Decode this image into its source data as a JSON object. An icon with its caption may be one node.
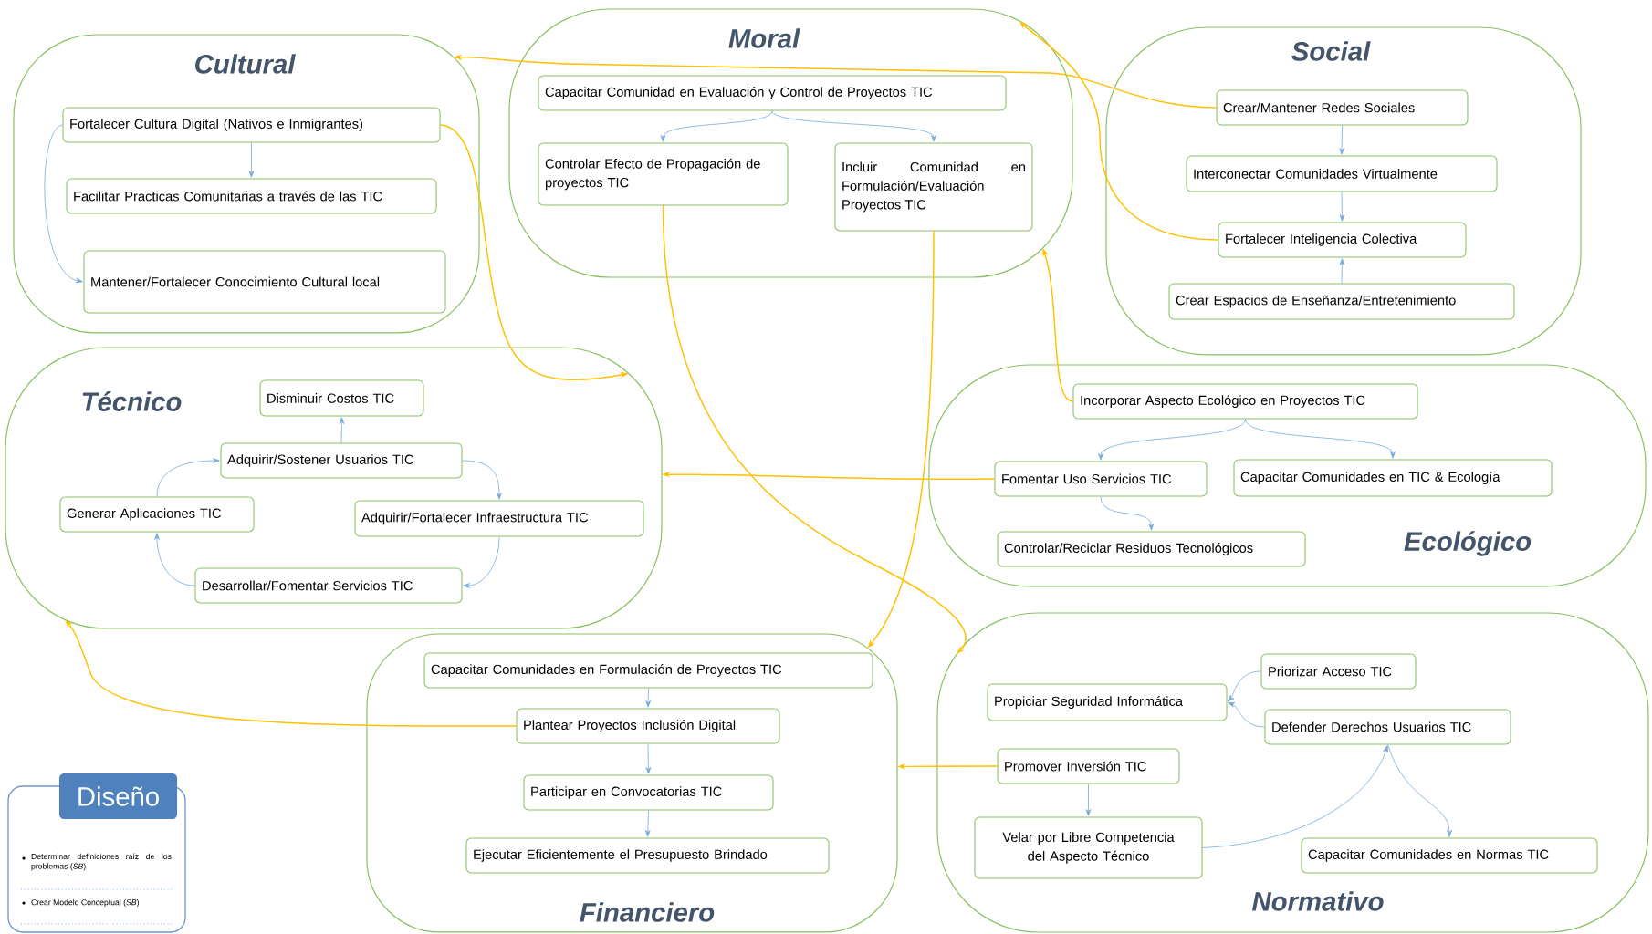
{
  "diagram": {
    "nodes": [
      {
        "text": [
          "Cultural"
        ]
      },
      {
        "text": [
          "Fortalecer Cultura Digital (Nativos e Inmigrantes)"
        ],
        "in": 0
      },
      {
        "text": [
          "Facilitar Practicas Comunitarias a través de las TIC"
        ],
        "in": 0
      },
      {
        "text": [
          "Mantener/Fortalecer Conocimiento Cultural local"
        ],
        "in": 0
      },
      {
        "text": [
          "Moral"
        ]
      },
      {
        "text": [
          "Capacitar Comunidad en Evaluación y Control de Proyectos TIC"
        ],
        "in": 4
      },
      {
        "text": [
          "Controlar Efecto de Propagación de proyectos TIC"
        ],
        "in": 4
      },
      {
        "text": [
          "Incluir Comunidad en Formulación/Evaluación Proyectos TIC"
        ],
        "in": 4
      },
      {
        "text": [
          "Social"
        ]
      },
      {
        "text": [
          "Crear/Mantener Redes Sociales"
        ],
        "in": 8
      },
      {
        "text": [
          "Interconectar Comunidades Virtualmente"
        ],
        "in": 8
      },
      {
        "text": [
          "Fortalecer Inteligencia Colectiva"
        ],
        "in": 8
      },
      {
        "text": [
          "Crear Espacios de Enseñanza/Entretenimiento"
        ],
        "in": 8
      },
      {
        "text": [
          "Técnico"
        ]
      },
      {
        "text": [
          "Disminuir Costos TIC"
        ],
        "in": 13
      },
      {
        "text": [
          "Adquirir/Sostener Usuarios TIC"
        ],
        "in": 13
      },
      {
        "text": [
          "Generar Aplicaciones TIC"
        ],
        "in": 13
      },
      {
        "text": [
          "Adquirir/Fortalecer Infraestructura TIC"
        ],
        "in": 13
      },
      {
        "text": [
          "Desarrollar/Fomentar Servicios TIC"
        ],
        "in": 13
      },
      {
        "text": [
          "Ecológico"
        ]
      },
      {
        "text": [
          "Incorporar Aspecto Ecológico en Proyectos TIC"
        ],
        "in": 19
      },
      {
        "text": [
          "Fomentar Uso Servicios TIC"
        ],
        "in": 19
      },
      {
        "text": [
          "Capacitar Comunidades en TIC & Ecología"
        ],
        "in": 19
      },
      {
        "text": [
          "Controlar/Reciclar Residuos Tecnológicos"
        ],
        "in": 19
      },
      {
        "text": [
          "Financiero"
        ]
      },
      {
        "text": [
          "Capacitar Comunidades en Formulación de Proyectos TIC"
        ],
        "in": 24
      },
      {
        "text": [
          "Plantear Proyectos Inclusión Digital"
        ],
        "in": 24
      },
      {
        "text": [
          "Participar en Convocatorias TIC"
        ],
        "in": 24
      },
      {
        "text": [
          "Ejecutar Eficientemente el Presupuesto Brindado"
        ],
        "in": 24
      },
      {
        "text": [
          "Normativo"
        ]
      },
      {
        "text": [
          "Priorizar Acceso TIC"
        ],
        "in": 29
      },
      {
        "text": [
          "Propiciar Seguridad Informática"
        ],
        "in": 29
      },
      {
        "text": [
          "Defender Derechos Usuarios TIC"
        ],
        "in": 29
      },
      {
        "text": [
          "Promover Inversión TIC"
        ],
        "in": 29
      },
      {
        "text": [
          "Velar por Libre Competencia del Aspecto Técnico"
        ],
        "in": 29
      },
      {
        "text": [
          "Capacitar Comunidades en Normas TIC"
        ],
        "in": 29
      },
      {
        "text": [
          "Diseño",
          "Determinar definiciones raíz de los problemas (*SB*)",
          "Crear Modelo Conceptual (*SB*)"
        ]
      }
    ],
    "edges": [
      {
        "from": 1,
        "to": 2,
        "arrow": "to"
      },
      {
        "from": 1,
        "to": 3,
        "arrow": "to"
      },
      {
        "from": 5,
        "to": 6,
        "arrow": "to"
      },
      {
        "from": 5,
        "to": 7,
        "arrow": "to"
      },
      {
        "from": 9,
        "to": 10,
        "arrow": "to"
      },
      {
        "from": 10,
        "to": 11,
        "arrow": "to"
      },
      {
        "from": 12,
        "to": 11,
        "arrow": "to"
      },
      {
        "from": 15,
        "to": 14,
        "arrow": "to"
      },
      {
        "from": 15,
        "to": 17,
        "arrow": "to"
      },
      {
        "from": 17,
        "to": 18,
        "arrow": "to"
      },
      {
        "from": 18,
        "to": 16,
        "arrow": "to"
      },
      {
        "from": 16,
        "to": 15,
        "arrow": "to"
      },
      {
        "from": 20,
        "to": 21,
        "arrow": "to"
      },
      {
        "from": 20,
        "to": 22,
        "arrow": "to"
      },
      {
        "from": 21,
        "to": 23,
        "arrow": "to"
      },
      {
        "from": 25,
        "to": 26,
        "arrow": "to"
      },
      {
        "from": 26,
        "to": 27,
        "arrow": "to"
      },
      {
        "from": 27,
        "to": 28,
        "arrow": "to"
      },
      {
        "from": 30,
        "to": 31,
        "arrow": "to"
      },
      {
        "from": 32,
        "to": 31,
        "arrow": "to"
      },
      {
        "from": 33,
        "to": 34,
        "arrow": "to"
      },
      {
        "from": 34,
        "to": 32,
        "arrow": "to"
      },
      {
        "from": 32,
        "to": 35,
        "arrow": "to"
      },
      {
        "from": 9,
        "to": 0,
        "arrow": "to",
        "color": "#ffc000"
      },
      {
        "from": 11,
        "to": 4,
        "arrow": "to",
        "color": "#ffc000"
      },
      {
        "from": 20,
        "to": 4,
        "arrow": "to",
        "color": "#ffc000"
      },
      {
        "from": 1,
        "to": 13,
        "arrow": "to",
        "color": "#ffc000"
      },
      {
        "from": 21,
        "to": 13,
        "arrow": "to",
        "color": "#ffc000"
      },
      {
        "from": 6,
        "to": 29,
        "arrow": "to",
        "color": "#ffc000"
      },
      {
        "from": 7,
        "to": 24,
        "arrow": "to",
        "color": "#ffc000"
      },
      {
        "from": 26,
        "to": 13,
        "arrow": "to",
        "color": "#ffc000"
      },
      {
        "from": 33,
        "to": 24,
        "arrow": "to",
        "color": "#ffc000"
      }
    ]
  }
}
